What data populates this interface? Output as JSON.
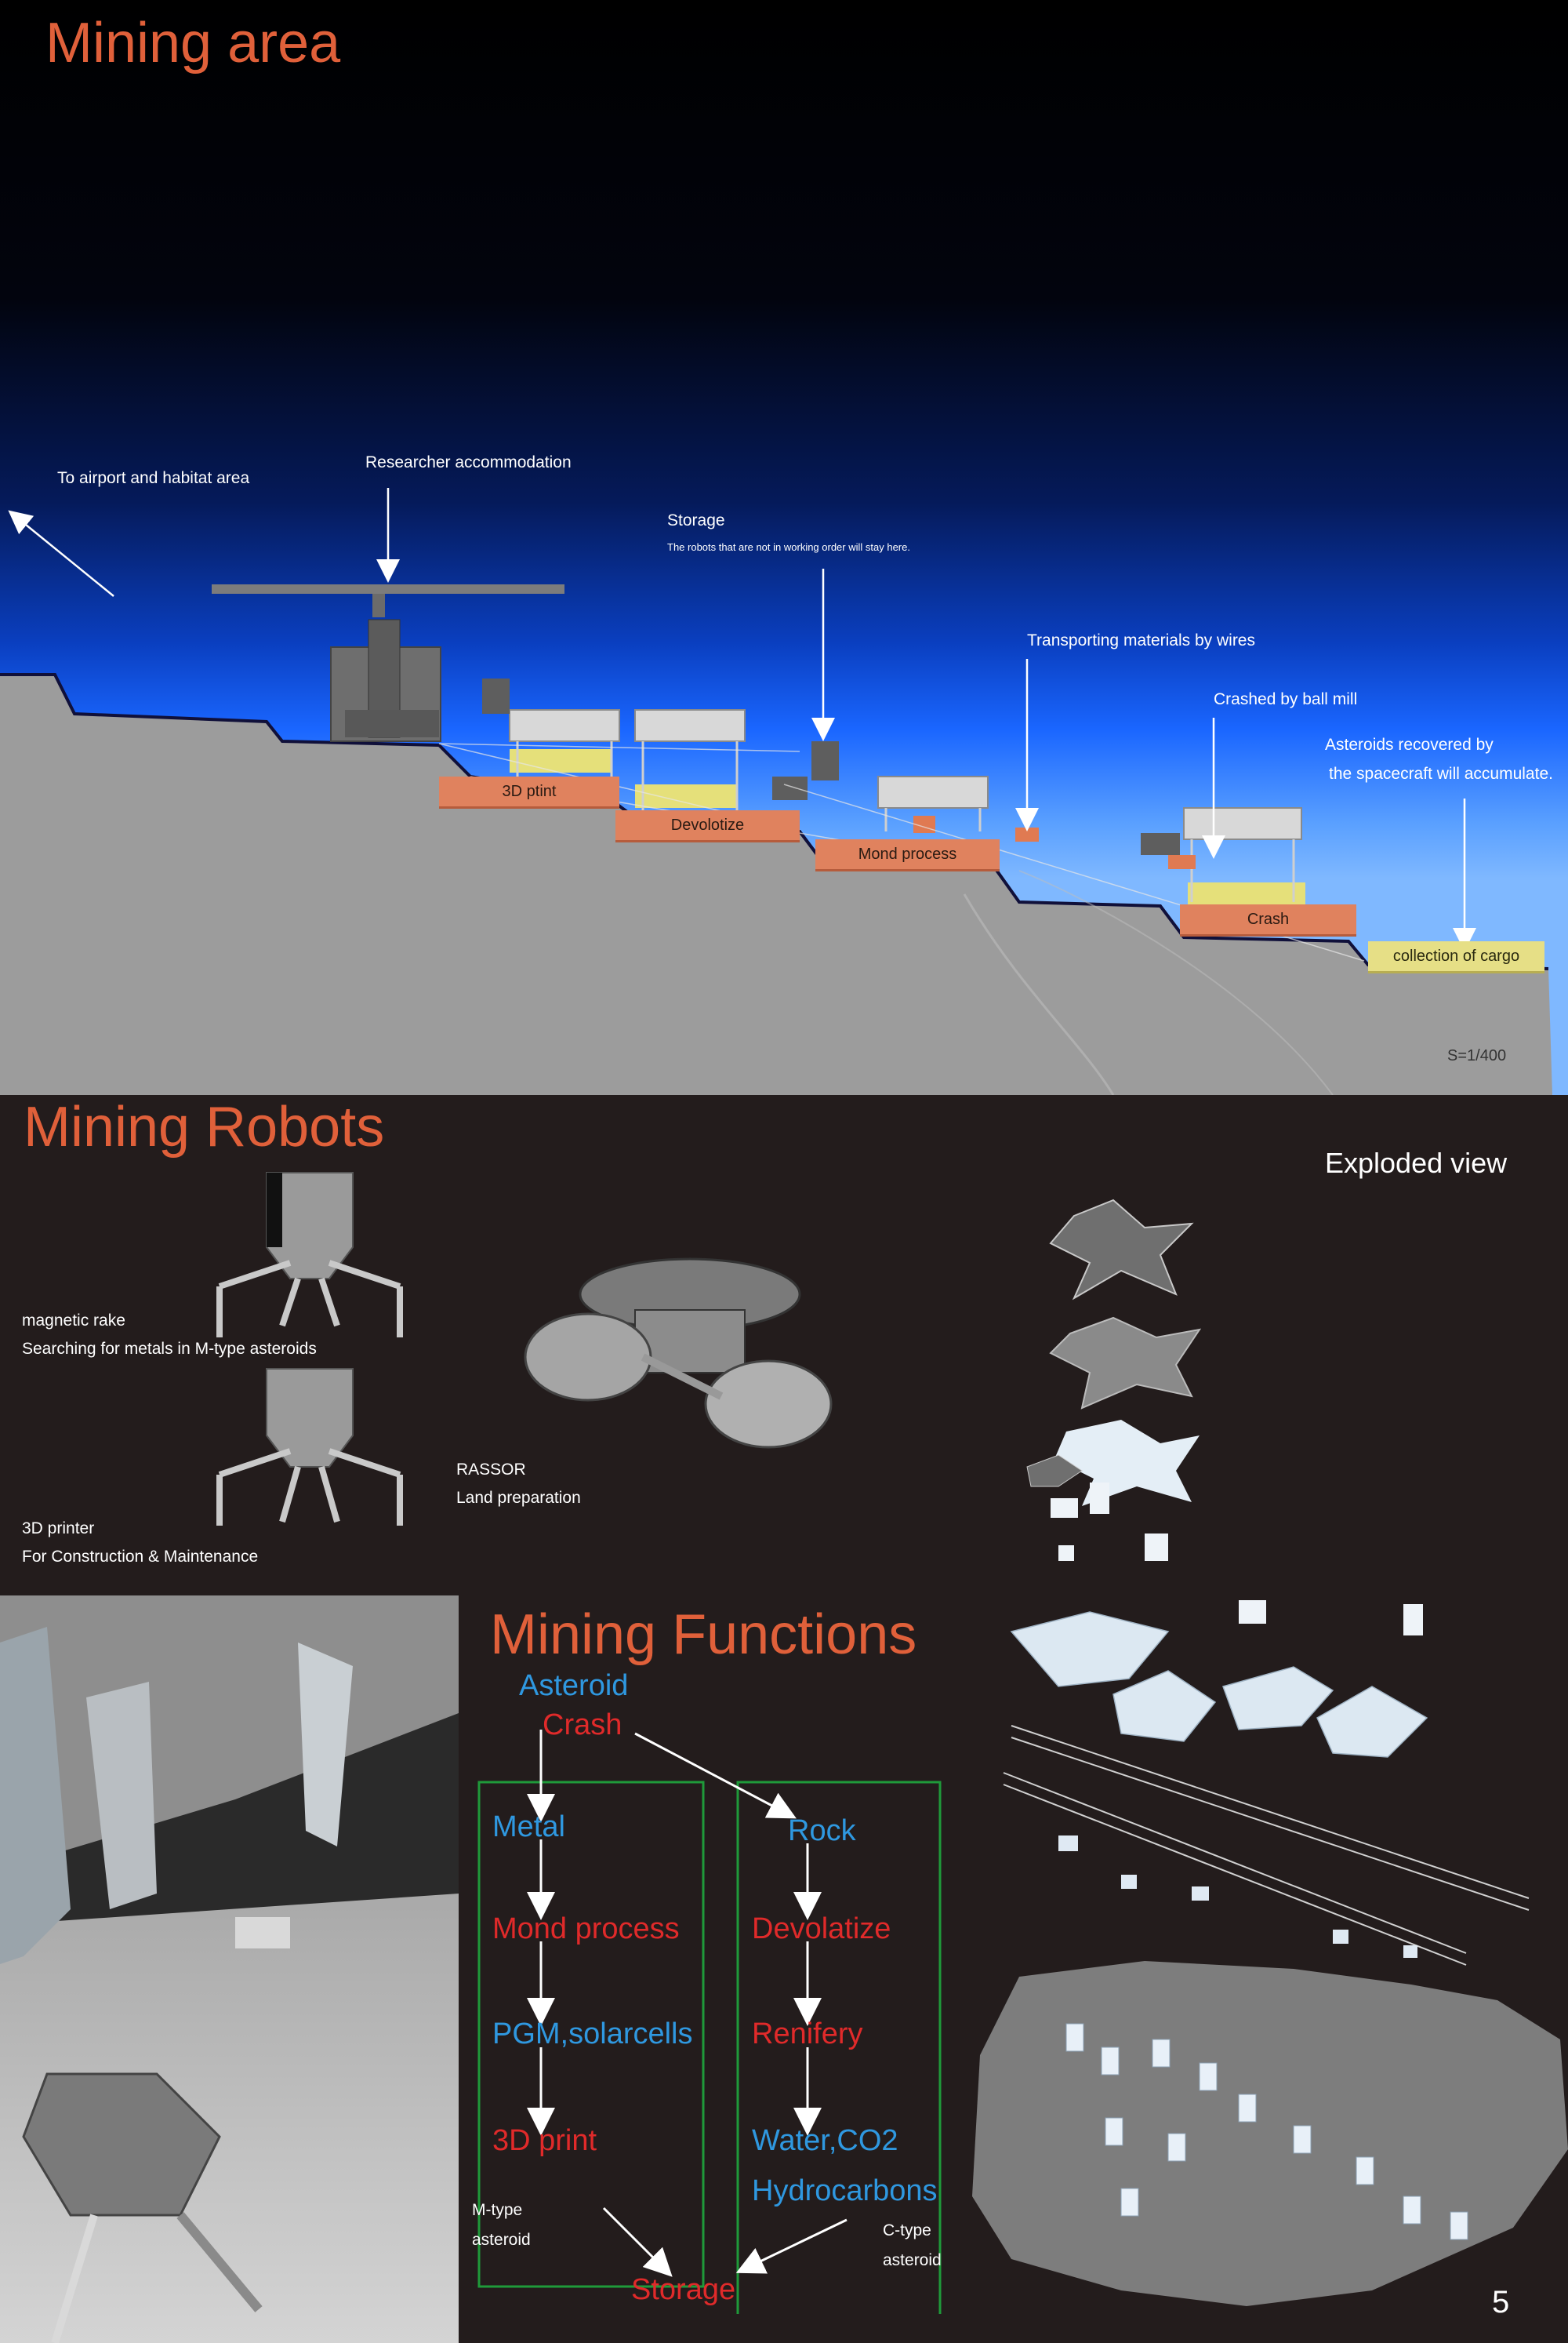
{
  "mining_area": {
    "title": "Mining area",
    "labels": {
      "airport": "To airport and habitat area",
      "accommodation": "Researcher accommodation",
      "storage": "Storage",
      "storage_note": "The robots that are not in working order will stay here.",
      "wires": "Transporting materials by wires",
      "ball_mill": "Crashed by ball mill",
      "recovered_1": "Asteroids recovered by",
      "recovered_2": "the spacecraft will accumulate."
    },
    "pads": {
      "print": "3D ptint",
      "devolotize": "Devolotize",
      "mond": "Mond process",
      "crash": "Crash",
      "cargo": "collection of cargo"
    },
    "scale": "S=1/400"
  },
  "mining_robots": {
    "title": "Mining Robots",
    "exploded_view": "Exploded view",
    "robots": [
      {
        "name": "magnetic rake",
        "desc": "Searching for metals in M-type asteroids"
      },
      {
        "name": "3D printer",
        "desc": "For Construction & Maintenance"
      },
      {
        "name": "RASSOR",
        "desc": "Land preparation"
      }
    ]
  },
  "mining_functions": {
    "title": "Mining Functions",
    "asteroid": "Asteroid",
    "crash": "Crash",
    "metal_chain": [
      "Metal",
      "Mond process",
      "PGM,solarcells",
      "3D print"
    ],
    "rock_chain": [
      "Rock",
      "Devolatize",
      "Renifery",
      "Water,CO2",
      "Hydrocarbons"
    ],
    "m_type_1": "M-type",
    "m_type_2": "asteroid",
    "c_type_1": "C-type",
    "c_type_2": "asteroid",
    "storage": "Storage"
  },
  "page_number": "5",
  "colors": {
    "title_orange": "#e0603a",
    "function_blue": "#2f98e0",
    "function_red": "#e02a2a",
    "box_green": "#1f9a3a"
  }
}
